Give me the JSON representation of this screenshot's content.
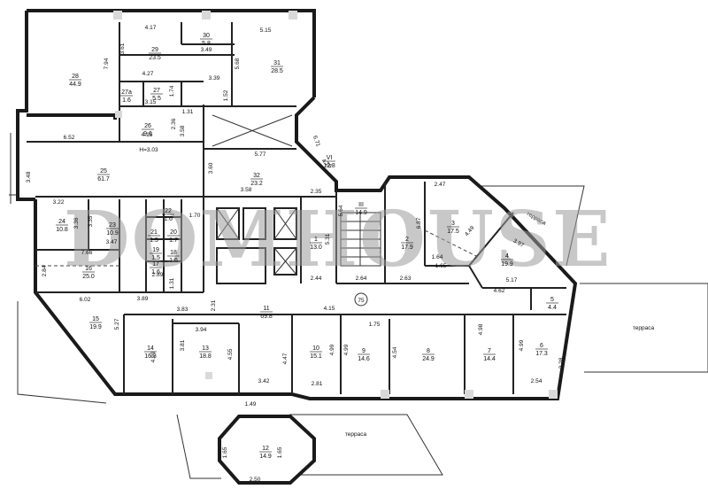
{
  "watermark": "DOMHOUSE",
  "terrace_label": "терраса",
  "marker": "75",
  "rooms": [
    {
      "id": "room-28",
      "num": "28",
      "area": "44.9"
    },
    {
      "id": "room-29",
      "num": "29",
      "area": "23.5"
    },
    {
      "id": "room-30",
      "num": "30",
      "area": "5.8"
    },
    {
      "id": "room-31",
      "num": "31",
      "area": "28.5"
    },
    {
      "id": "room-27a",
      "num": "27а",
      "area": "1.6"
    },
    {
      "id": "room-27",
      "num": "27",
      "area": "5.5"
    },
    {
      "id": "room-26",
      "num": "26",
      "area": "9.6"
    },
    {
      "id": "room-25",
      "num": "25",
      "area": "61.7"
    },
    {
      "id": "room-32",
      "num": "32",
      "area": "23.2"
    },
    {
      "id": "room-vi",
      "num": "VI",
      "area": "12.8"
    },
    {
      "id": "room-24",
      "num": "24",
      "area": "10.8"
    },
    {
      "id": "room-23",
      "num": "23",
      "area": "10.9"
    },
    {
      "id": "room-22",
      "num": "22",
      "area": "1.6"
    },
    {
      "id": "room-21",
      "num": "21",
      "area": "1.5"
    },
    {
      "id": "room-20",
      "num": "20",
      "area": "1.7"
    },
    {
      "id": "room-19",
      "num": "19",
      "area": "1.5"
    },
    {
      "id": "room-18",
      "num": "18",
      "area": "1.6"
    },
    {
      "id": "room-17",
      "num": "17",
      "area": "1.6"
    },
    {
      "id": "room-16",
      "num": "16",
      "area": "25.0"
    },
    {
      "id": "room-1",
      "num": "1",
      "area": "13.0"
    },
    {
      "id": "room-iii",
      "num": "III",
      "area": "14.9"
    },
    {
      "id": "room-2",
      "num": "2",
      "area": "17.9"
    },
    {
      "id": "room-3",
      "num": "3",
      "area": "17.5"
    },
    {
      "id": "room-4",
      "num": "4",
      "area": "19.9"
    },
    {
      "id": "room-5",
      "num": "5",
      "area": "4.4"
    },
    {
      "id": "room-15",
      "num": "15",
      "area": "19.9"
    },
    {
      "id": "room-11",
      "num": "11",
      "area": "69.8"
    },
    {
      "id": "room-14",
      "num": "14",
      "area": "16.3"
    },
    {
      "id": "room-13",
      "num": "13",
      "area": "18.8"
    },
    {
      "id": "room-10",
      "num": "10",
      "area": "15.1"
    },
    {
      "id": "room-9",
      "num": "9",
      "area": "14.6"
    },
    {
      "id": "room-8",
      "num": "8",
      "area": "24.9"
    },
    {
      "id": "room-7",
      "num": "7",
      "area": "14.4"
    },
    {
      "id": "room-6",
      "num": "6",
      "area": "17.3"
    },
    {
      "id": "room-12",
      "num": "12",
      "area": "14.9"
    }
  ],
  "dims": [
    "4.17",
    "3.61",
    "7.94",
    "3.49",
    "5.15",
    "5.68",
    "4.27",
    "3.39",
    "1.74",
    "1.52",
    "3.15",
    "1.31",
    "2.36",
    "3.58",
    "4.15",
    "6.52",
    "H=3.03",
    "3.48",
    "5.77",
    "6.71",
    "4.26",
    "3.60",
    "3.58",
    "2.35",
    "3.22",
    "3.36",
    "3.35",
    "1.70",
    "3.47",
    "7.66",
    "2.84",
    "2.89",
    "1.31",
    "5.64",
    "5.31",
    "2.47",
    "6.87",
    "4.49",
    "3.97",
    "1.64",
    "1.65",
    "2.44",
    "2.64",
    "2.63",
    "5.17",
    "4.62",
    "6.02",
    "3.89",
    "3.83",
    "2.31",
    "4.15",
    "1.75",
    "5.27",
    "3.94",
    "3.81",
    "4.99",
    "4.55",
    "4.47",
    "4.99",
    "4.99",
    "4.54",
    "4.98",
    "4.99",
    "3.28",
    "2.81",
    "3.42",
    "2.54",
    "1.49",
    "1.65",
    "1.65",
    "2.50"
  ]
}
